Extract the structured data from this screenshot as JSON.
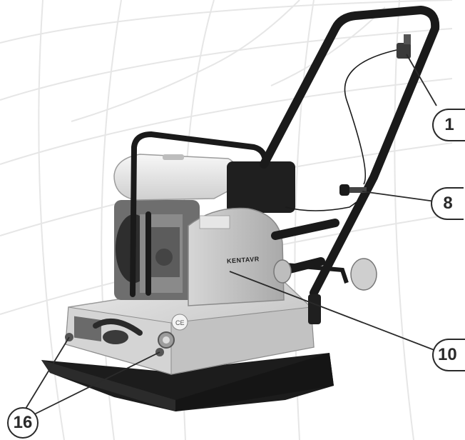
{
  "brand_logo": "KENTAVR",
  "callouts": [
    {
      "id": "1",
      "label": "1"
    },
    {
      "id": "8",
      "label": "8"
    },
    {
      "id": "10",
      "label": "10"
    },
    {
      "id": "16",
      "label": "16"
    }
  ],
  "colors": {
    "background": "#ffffff",
    "grid_lines": "#e6e6e6",
    "machine_body": "#cfcfcf",
    "handle": "#1a1a1a",
    "base_plate": "#1c1c1c",
    "callout_stroke": "#2a2a2a"
  }
}
